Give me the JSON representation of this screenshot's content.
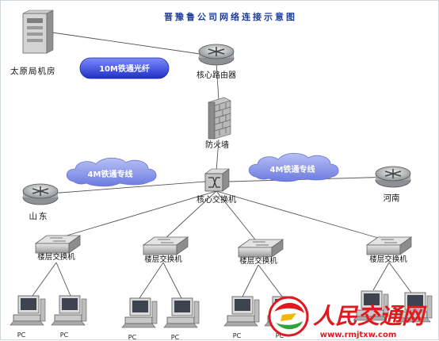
{
  "title": "晋豫鲁公司网络连接示意图",
  "nodes": {
    "server_room": "太原局机房",
    "core_router": "核心路由器",
    "firewall": "防火墙",
    "core_switch": "核心交换机",
    "shandong": "山东",
    "henan": "河南",
    "floor_switch": "楼层交换机",
    "pc": "PC"
  },
  "links": {
    "fiber": "10M铁通光纤",
    "line_left": "4M铁通专线",
    "line_right": "4M铁通专线"
  },
  "watermark": {
    "brand": "人民交通网",
    "url": "www.rmjtxw.com"
  },
  "colors": {
    "title": "#1f3d99",
    "fiber_pill": "#2a3bd6",
    "cloud": "#8a96e8",
    "line": "#555555",
    "watermark_red": "#e0191f"
  }
}
